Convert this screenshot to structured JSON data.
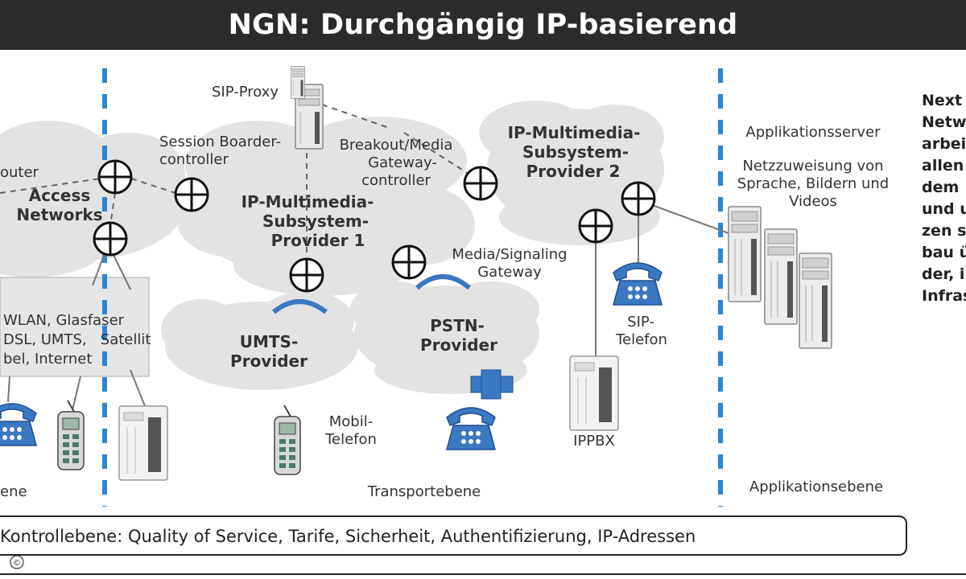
{
  "title": "NGN: Durchgängig IP-basierend",
  "labels": {
    "sip_proxy": "SIP-Proxy",
    "session_controller": [
      "Session Boarder-",
      "controller"
    ],
    "breakout_gateway": [
      "Breakout/Media",
      "Gateway-",
      "controller"
    ],
    "router": "outer",
    "access_networks": [
      "Access",
      "Networks"
    ],
    "ims_provider_1": [
      "IP-Multimedia-",
      "Subsystem-",
      "Provider 1"
    ],
    "ims_provider_2": [
      "IP-Multimedia-",
      "Subsystem-",
      "Provider 2"
    ],
    "media_signaling_gateway": [
      "Media/Signaling",
      "Gateway"
    ],
    "umts_provider": [
      "UMTS-",
      "Provider"
    ],
    "pstn_provider": [
      "PSTN-",
      "Provider"
    ],
    "access_types": [
      "WLAN, Glasfaser",
      "DSL, UMTS,   Satellit",
      "bel, Internet"
    ],
    "sip_telefon": [
      "SIP-",
      "Telefon"
    ],
    "mobil_telefon": [
      "Mobil-",
      "Telefon"
    ],
    "ippbx": "IPPBX",
    "applikationsserver": "Applikationsserver",
    "netzzuweisung": [
      "Netzzuweisung von",
      "Sprache, Bildern und",
      "Videos"
    ],
    "ebene_left": "ene",
    "transportebene": "Transportebene",
    "applikationsebene": "Applikationsebene",
    "kontrollebene": "Kontrollebene: Quality of Service, Tarife, Sicherheit, Authentifizierung, IP-Adressen",
    "copyright": "©"
  },
  "side_text": [
    "Next",
    "Netw",
    "arbei",
    "allen",
    "dem",
    "und u",
    "zen s",
    "bau ü",
    "der, i",
    "Infras"
  ],
  "colors": {
    "title_bg": "#2b2b2b",
    "cloud": "#e3e3e3",
    "accent_blue": "#3a78c2",
    "dash_blue": "#2a86d4",
    "line": "#555555"
  }
}
